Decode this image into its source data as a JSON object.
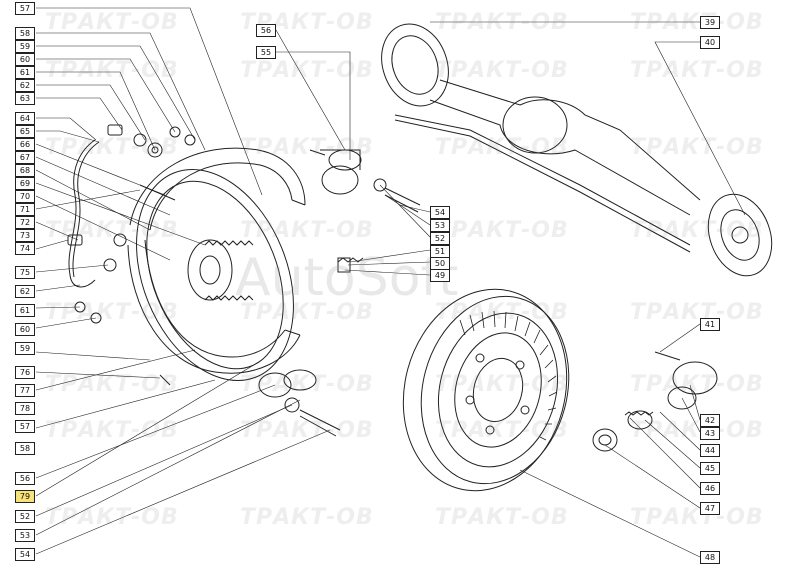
{
  "diagram": {
    "callouts_left": [
      "57",
      "58",
      "59",
      "60",
      "61",
      "62",
      "63",
      "64",
      "65",
      "66",
      "67",
      "68",
      "69",
      "70",
      "71",
      "72",
      "73",
      "74",
      "75",
      "62",
      "61",
      "60",
      "59",
      "76",
      "77",
      "78",
      "57",
      "58",
      "56",
      "79",
      "52",
      "53",
      "54"
    ],
    "callouts_mid": [
      "56",
      "55",
      "54",
      "53",
      "52",
      "51",
      "50",
      "49"
    ],
    "callouts_right": [
      "39",
      "40",
      "41",
      "42",
      "43",
      "44",
      "45",
      "46",
      "47",
      "48"
    ],
    "highlighted_part": "79",
    "watermarks": [
      "ТРАКТ-ОВ",
      "AutoSoft"
    ],
    "colors": {
      "line": "#222222",
      "highlight": "#f7e27a",
      "watermark": "#8a8a8a"
    }
  }
}
